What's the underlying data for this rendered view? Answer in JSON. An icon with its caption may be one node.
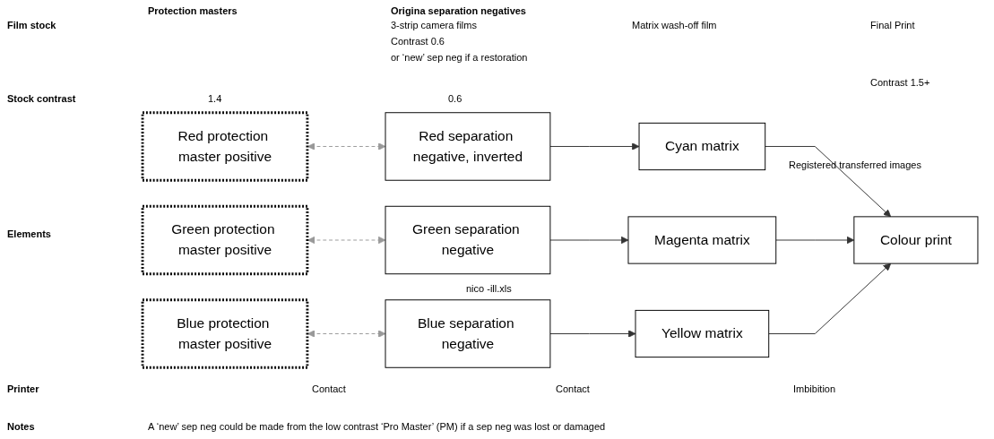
{
  "diagram": {
    "nodes": [
      {
        "text": [
          "Red protection master positive"
        ]
      },
      {
        "text": [
          "Green protection master positive"
        ]
      },
      {
        "text": [
          "Blue protection master positive"
        ]
      },
      {
        "text": [
          "Red separation negative, inverted"
        ]
      },
      {
        "text": [
          "Green separation negative"
        ]
      },
      {
        "text": [
          "Blue separation negative"
        ]
      },
      {
        "text": [
          "Cyan matrix"
        ]
      },
      {
        "text": [
          "Magenta matrix"
        ]
      },
      {
        "text": [
          "Yellow matrix"
        ]
      },
      {
        "text": [
          "Colour print"
        ]
      }
    ],
    "edges": [
      {
        "from": 0,
        "to": 3,
        "arrow": "both",
        "style": "dashed",
        "color": "#999999"
      },
      {
        "from": 1,
        "to": 4,
        "arrow": "both",
        "style": "dashed",
        "color": "#999999"
      },
      {
        "from": 2,
        "to": 5,
        "arrow": "both",
        "style": "dashed",
        "color": "#999999"
      },
      {
        "from": 3,
        "to": 6,
        "arrow": "to"
      },
      {
        "from": 4,
        "to": 7,
        "arrow": "to"
      },
      {
        "from": 5,
        "to": 8,
        "arrow": "to"
      },
      {
        "from": 6,
        "to": 9,
        "arrow": "to"
      },
      {
        "from": 7,
        "to": 9,
        "arrow": "to"
      },
      {
        "from": 8,
        "to": 9,
        "arrow": "to"
      }
    ],
    "labels": [
      "Protection masters",
      "Origina separation negatives",
      "Film stock",
      "3-strip camera films",
      "Matrix wash-off film",
      "Final Print",
      "Contrast 0.6",
      "or ‘new’ sep neg if a restoration",
      "Stock contrast",
      "1.4",
      "0.6",
      "Contrast 1.5+",
      "Registered transferred images",
      "Elements",
      "nico -ill.xls",
      "Printer",
      "Contact",
      "Contact",
      "Imbibition",
      "Notes",
      "A ‘new’ sep neg could be made from the low contrast ‘Pro Master’ (PM) if a sep neg was lost or damaged"
    ]
  }
}
